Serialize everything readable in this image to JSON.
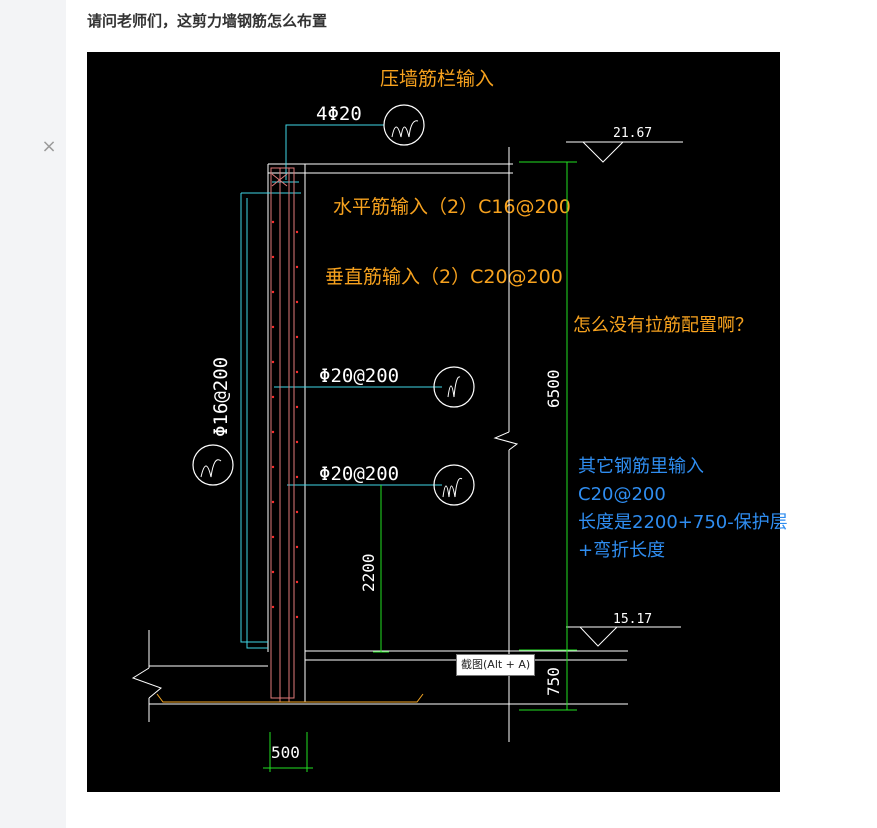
{
  "post": {
    "title": "请问老师们，这剪力墙钢筋怎么布置"
  },
  "close": {
    "icon": "close-icon",
    "glyph": "×"
  },
  "cad": {
    "annotations": {
      "top_bar": "压墙筋栏输入",
      "horizontal": "水平筋输入（2）C16@200",
      "vertical": "垂直筋输入（2）C20@200",
      "question": "怎么没有拉筋配置啊？",
      "other_line1": "其它钢筋里输入",
      "other_line2": "C20@200",
      "other_line3": "长度是2200+750-保护层",
      "other_line4": "+弯折长度"
    },
    "labels": {
      "rebar_top": "4Φ20",
      "rebar_mid1": "Φ20@200",
      "rebar_mid2": "Φ20@200",
      "rebar_side": "Φ16@200",
      "elev_top": "21.67",
      "elev_bottom": "15.17",
      "dim_height": "6500",
      "dim_2200": "2200",
      "dim_750": "750",
      "dim_500": "500"
    },
    "colors": {
      "annotation": "#f7a21e",
      "annotation_blue": "#2f8df0",
      "line_white": "#ffffff",
      "line_cyan": "#3fd6e6",
      "line_green": "#22e022",
      "line_red": "#ff3030",
      "line_orange": "#f5a623",
      "line_pink": "#e07a7a"
    }
  },
  "tooltip": {
    "text": "截图(Alt + A)"
  }
}
